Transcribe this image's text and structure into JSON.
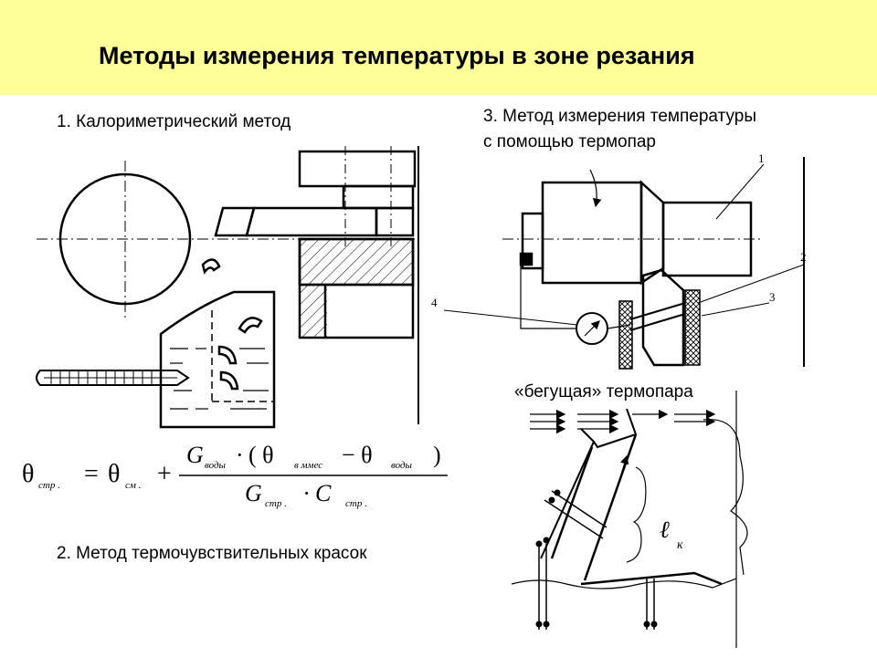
{
  "slide": {
    "title": "Методы измерения температуры в зоне резания",
    "method1_label": "1. Калориметрический метод",
    "method2_label": "2. Метод термочувствительных красок",
    "method3_label_line1": "3. Метод измерения температуры",
    "method3_label_line2": "с помощью термопар",
    "running_thermocouple_label": "«бегущая» термопара",
    "colors": {
      "banner": "#ffff99",
      "ink": "#000000"
    }
  },
  "formula": {
    "lhs": "θ",
    "lhs_sub": "стр .",
    "eq": "=",
    "term1": "θ",
    "term1_sub": "см .",
    "plus": "+",
    "num_G": "G",
    "num_G_sub": "воды",
    "num_dot": "·",
    "num_open": "( θ",
    "num_sub1": "в ммес",
    "num_minus": "− θ",
    "num_sub2": "воды",
    "num_close": ")",
    "den_G": "G",
    "den_G_sub": "стр .",
    "den_dot": "· C",
    "den_C_sub": "стр ."
  },
  "diagram3_callouts": [
    "1",
    "2",
    "3",
    "4"
  ],
  "diagram_running_callout": {
    "symbol": "ℓ",
    "subscript": "к"
  }
}
